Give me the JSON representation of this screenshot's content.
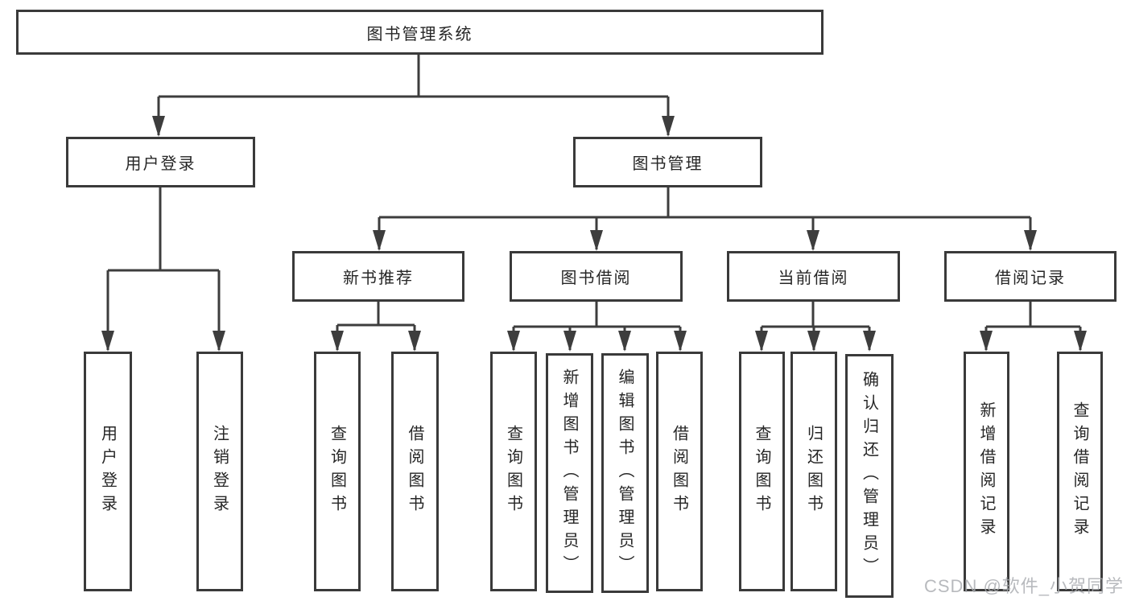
{
  "diagram": {
    "type": "hierarchy-tree",
    "tree": {
      "root": {
        "label": "图书管理系统",
        "children": [
          {
            "label": "用户登录",
            "children": [
              {
                "label": "用户登录"
              },
              {
                "label": "注销登录"
              }
            ]
          },
          {
            "label": "图书管理",
            "children": [
              {
                "label": "新书推荐",
                "children": [
                  {
                    "label": "查询图书"
                  },
                  {
                    "label": "借阅图书"
                  }
                ]
              },
              {
                "label": "图书借阅",
                "children": [
                  {
                    "label": "查询图书"
                  },
                  {
                    "label": "新增图书（管理员）"
                  },
                  {
                    "label": "编辑图书（管理员）"
                  },
                  {
                    "label": "借阅图书"
                  }
                ]
              },
              {
                "label": "当前借阅",
                "children": [
                  {
                    "label": "查询图书"
                  },
                  {
                    "label": "归还图书"
                  },
                  {
                    "label": "确认归还（管理员）"
                  }
                ]
              },
              {
                "label": "借阅记录",
                "children": [
                  {
                    "label": "新增借阅记录"
                  },
                  {
                    "label": "查询借阅记录"
                  }
                ]
              }
            ]
          }
        ]
      }
    }
  },
  "watermark": {
    "text": "CSDN @软件_小贺同学"
  },
  "colors": {
    "line": "#3d3d3d",
    "border": "#3a3a3a",
    "text": "#262626",
    "background": "#ffffff",
    "watermark": "#a7aaae"
  }
}
